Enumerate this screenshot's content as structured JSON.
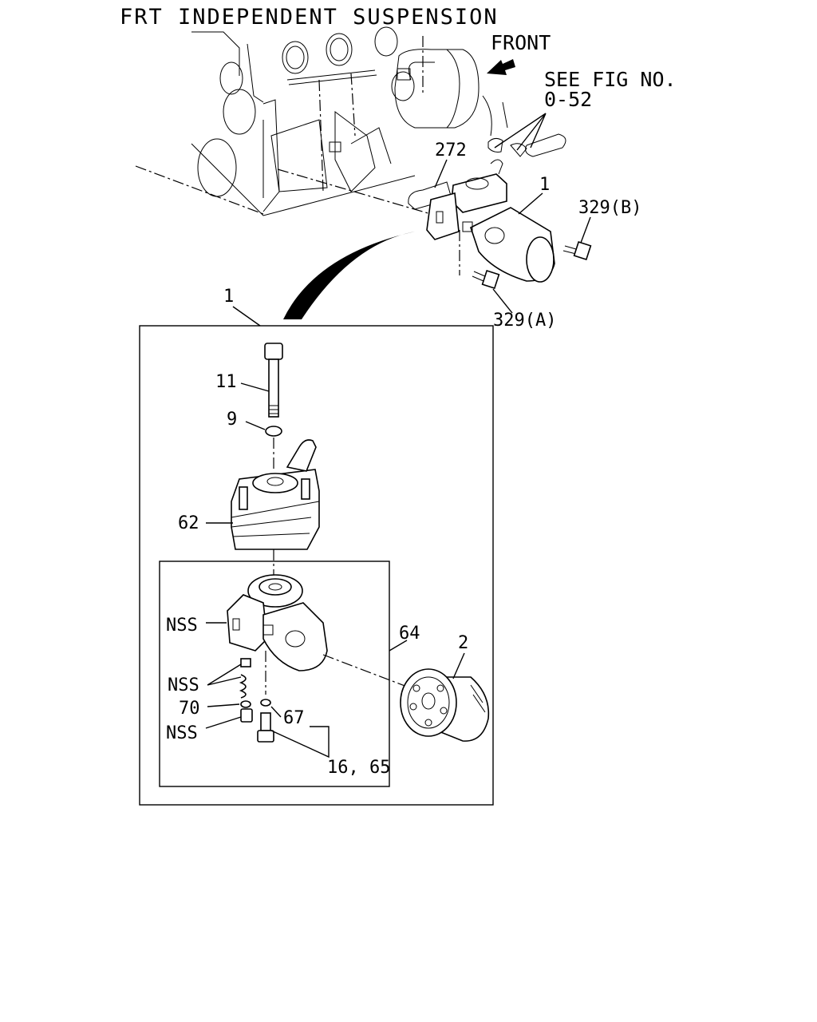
{
  "diagram": {
    "title": "FRT INDEPENDENT SUSPENSION",
    "front_label": "FRONT",
    "see_fig": [
      "SEE FIG NO.",
      "0-52"
    ],
    "callouts": {
      "c272": "272",
      "c1_top": "1",
      "c329b": "329(B)",
      "c329a": "329(A)",
      "c1_box": "1",
      "c11": "11",
      "c9": "9",
      "c62": "62",
      "c64": "64",
      "c2": "2",
      "c_nss1": "NSS",
      "c_nss2": "NSS",
      "c70": "70",
      "c_nss3": "NSS",
      "c67": "67",
      "c16_65": "16, 65"
    }
  }
}
